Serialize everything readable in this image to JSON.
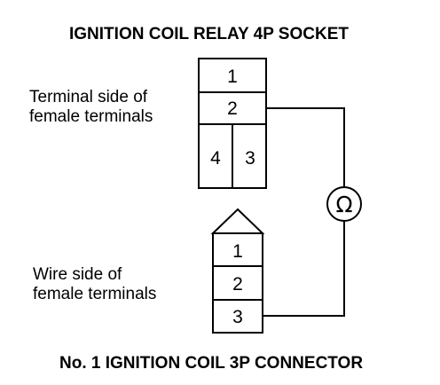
{
  "socket": {
    "title": "IGNITION COIL RELAY 4P SOCKET",
    "label_line1": "Terminal side of",
    "label_line2": "female terminals",
    "terminals": [
      "1",
      "2",
      "4",
      "3"
    ]
  },
  "connector": {
    "title": "No. 1 IGNITION COIL 3P CONNECTOR",
    "label_line1": "Wire side of",
    "label_line2": "female terminals",
    "terminals": [
      "1",
      "2",
      "3"
    ]
  },
  "meter": {
    "symbol": "Ω",
    "icon": "ohmmeter-icon"
  }
}
